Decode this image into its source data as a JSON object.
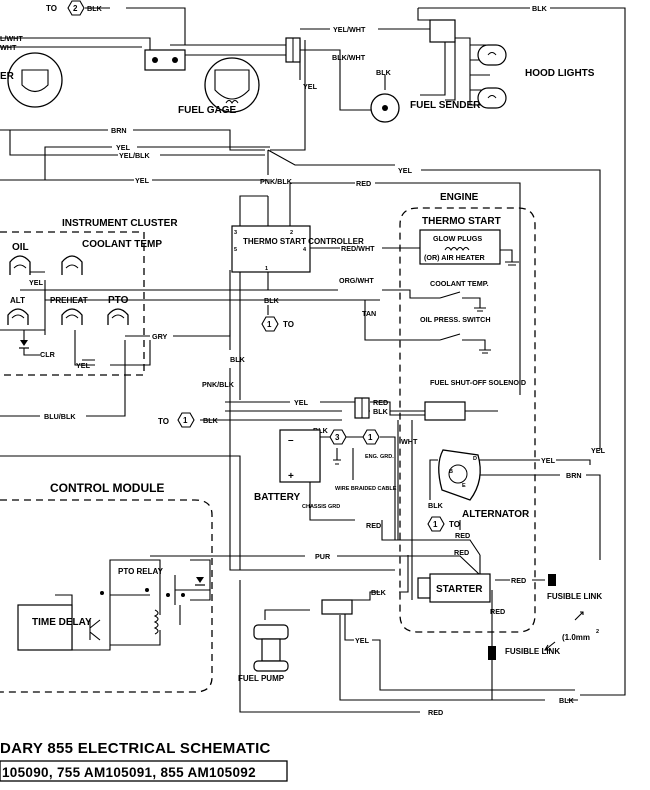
{
  "wire_labels": {
    "blk": "BLK",
    "yel": "YEL",
    "yel_wht": "YEL/WHT",
    "l_wht": "L/WHT",
    "brn": "BRN",
    "yel_blk": "YEL/BLK",
    "pnk_blk": "PNK/BLK",
    "red": "RED",
    "red_wht": "RED/WHT",
    "org_wht": "ORG/WHT",
    "tan": "TAN",
    "gry": "GRY",
    "blu_blk": "BLU/BLK",
    "wht": "WHT",
    "pur": "PUR",
    "blk_wht": "BLK/WHT"
  },
  "connectors": {
    "to": "TO",
    "c1": "1",
    "c2": "2",
    "c3": "3"
  },
  "components": {
    "fuel_gage": "FUEL GAGE",
    "fuel_sender": "FUEL SENDER",
    "hood_lights": "HOOD LIGHTS",
    "meter_partial": "ER",
    "instrument_cluster": "INSTRUMENT CLUSTER",
    "oil": "OIL",
    "coolant_temp": "COOLANT TEMP",
    "alt": "ALT",
    "preheat": "PREHEAT",
    "pto": "PTO",
    "clr": "CLR",
    "thermo_start_controller": "THERMO START CONTROLLER",
    "pin_3": "3",
    "pin_2": "2",
    "pin_5": "5",
    "pin_4": "4",
    "pin_1": "1",
    "engine": "ENGINE",
    "thermo_start": "THERMO START",
    "glow_plugs": "GLOW PLUGS",
    "air_heater": "(OR) AIR HEATER",
    "coolant_temp_switch": "COOLANT TEMP.",
    "oil_press_switch": "OIL PRESS. SWITCH",
    "fuel_shutoff_solenoid": "FUEL SHUT-OFF SOLENOID",
    "battery": "BATTERY",
    "battery_neg": "–",
    "battery_pos": "+",
    "chassis_grd": "CHASSIS GRD",
    "wire_braided_cable": "WIRE BRAIDED CABLE",
    "eng_grd": "ENG. GRD.",
    "control_module": "CONTROL MODULE",
    "alternator": "ALTERNATOR",
    "alt_b": "B",
    "alt_e": "E",
    "alt_d": "D",
    "starter": "STARTER",
    "pto_relay": "PTO RELAY",
    "time_delay": "TIME DELAY",
    "fusible_link": "FUSIBLE LINK",
    "wire_gauge": "(1.0mm",
    "wire_gauge_sup": "2",
    "fuel_pump": "FUEL PUMP"
  },
  "footer": {
    "title": "DARY 855 ELECTRICAL SCHEMATIC",
    "models": "105090, 755 AM105091, 855 AM105092"
  }
}
